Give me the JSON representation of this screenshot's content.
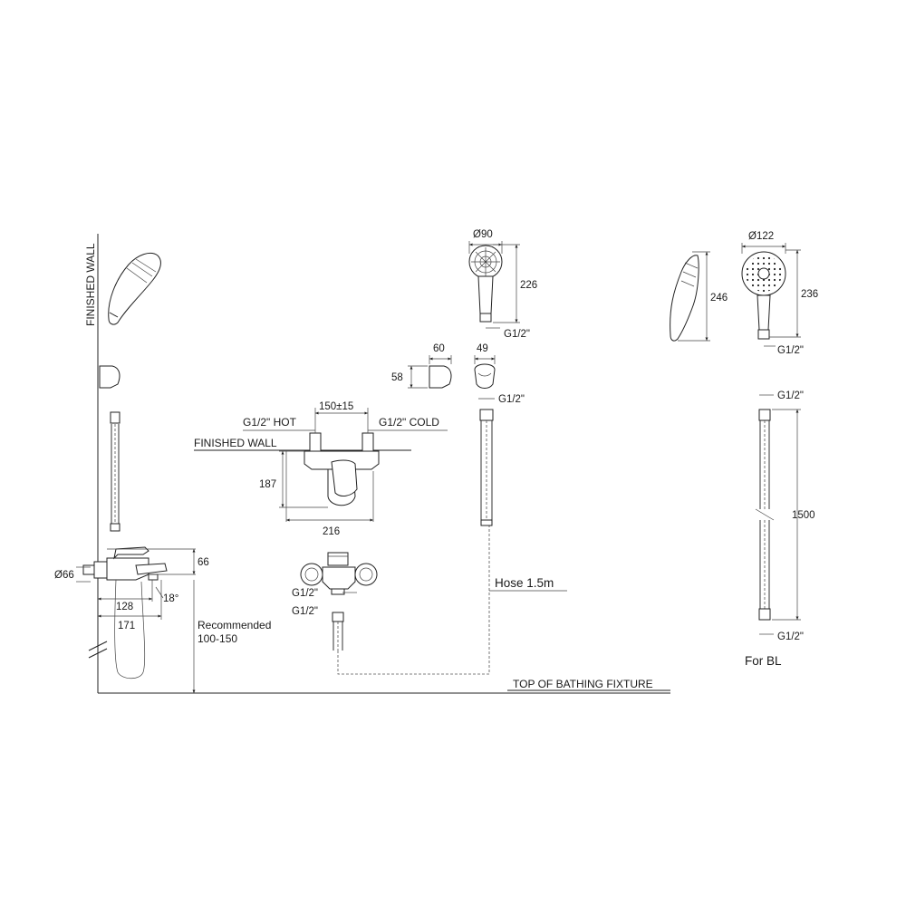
{
  "labels": {
    "finished_wall_vertical": "FINISHED WALL",
    "finished_wall": "FINISHED WALL",
    "top_of_bathing_fixture": "TOP OF BATHING FIXTURE",
    "hose": "Hose 1.5m",
    "recommended_line1": "Recommended",
    "recommended_line2": "100-150",
    "for_bl": "For BL",
    "hot": "G1/2\" HOT",
    "cold": "G1/2\" COLD"
  },
  "dimensions": {
    "diameter_66": "Ø66",
    "d66": "66",
    "d128": "128",
    "d171": "171",
    "angle_18": "18°",
    "d150": "150±15",
    "d187": "187",
    "d216": "216",
    "d60": "60",
    "d58": "58",
    "d49": "49",
    "diameter_90": "Ø90",
    "d226": "226",
    "diameter_122": "Ø122",
    "d246": "246",
    "d236": "236",
    "d1500": "1500"
  },
  "threads": {
    "g_lower_1": "G1/2\"",
    "g_lower_2": "G1/2\"",
    "g_holder": "G1/2\"",
    "g_shower90": "G1/2\"",
    "g_shower122": "G1/2\"",
    "g_hose_top": "G1/2\"",
    "g_hose_bottom": "G1/2\""
  }
}
